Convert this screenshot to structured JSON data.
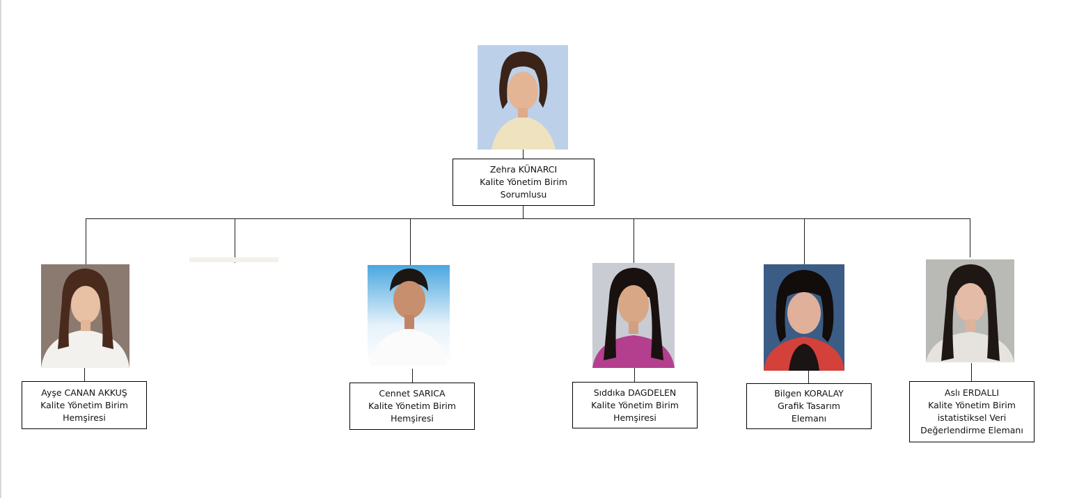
{
  "org_chart": {
    "head": {
      "name": "Zehra KÜNARCI",
      "title_lines": [
        "Kalite Yönetim Birim",
        "Sorumlusu"
      ]
    },
    "members": [
      {
        "name": "Ayşe CANAN AKKUŞ",
        "title_lines": [
          "Kalite Yönetim Birim",
          "Hemşiresi"
        ]
      },
      {
        "name": "Cennet SARICA",
        "title_lines": [
          "Kalite Yönetim Birim",
          "Hemşiresi"
        ]
      },
      {
        "name": "Sıddıka DAGDELEN",
        "title_lines": [
          "Kalite Yönetim Birim",
          "Hemşiresi"
        ]
      },
      {
        "name": "Bilgen KORALAY",
        "title_lines": [
          "Grafik Tasarım",
          "Elemanı"
        ]
      },
      {
        "name": "Aslı ERDALLI",
        "title_lines": [
          "Kalite Yönetim Birim",
          "istatistiksel Veri",
          "Değerlendirme Elemanı"
        ]
      }
    ]
  }
}
